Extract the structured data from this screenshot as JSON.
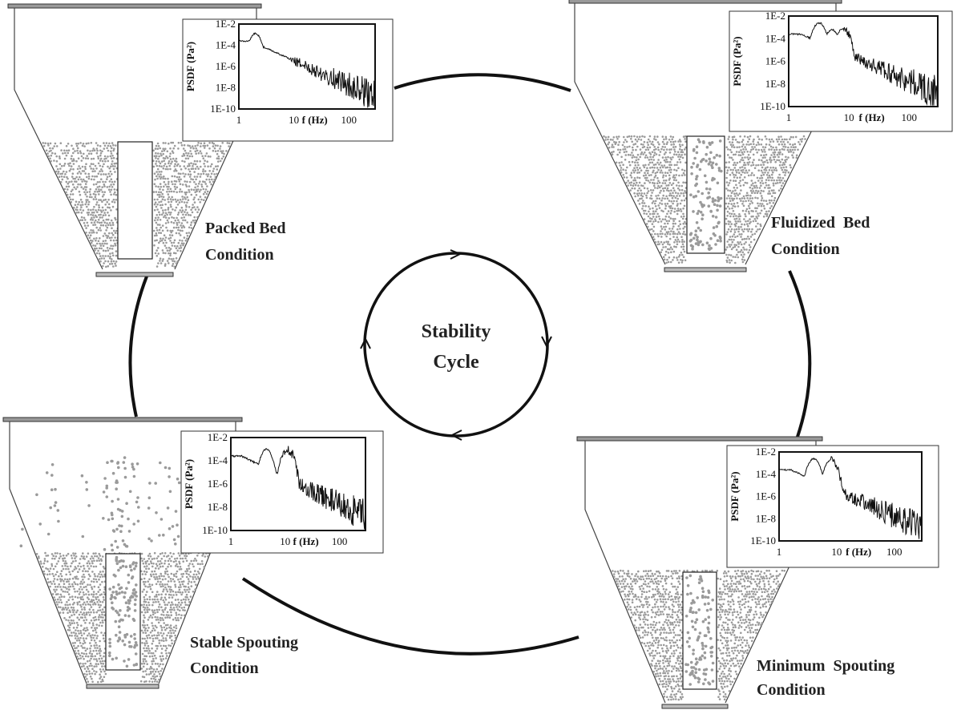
{
  "center": {
    "line1": "Stability",
    "line2": "Cycle"
  },
  "panels": [
    {
      "id": "packed",
      "label1": "Packed Bed",
      "label2": "Condition",
      "mode": "packed",
      "spectrum_peaks": [
        {
          "f": 2.0,
          "logp": -2.9
        }
      ],
      "xlabel": "f (Hz)",
      "ylabel": "PSDF (Pa²)",
      "xticks": [
        "1",
        "10",
        "100"
      ],
      "yticks": [
        "1E-2",
        "1E-4",
        "1E-6",
        "1E-8",
        "1E-10"
      ]
    },
    {
      "id": "fluidized",
      "label1": "Fluidized  Bed",
      "label2": "Condition",
      "mode": "fluidized",
      "spectrum_peaks": [
        {
          "f": 3.2,
          "logp": -2.6
        },
        {
          "f": 5.2,
          "logp": -3.2
        },
        {
          "f": 8.0,
          "logp": -3.1
        }
      ],
      "xlabel": "f (Hz)",
      "ylabel": "PSDF (Pa²)",
      "xticks": [
        "1",
        "10",
        "100"
      ],
      "yticks": [
        "1E-2",
        "1E-4",
        "1E-6",
        "1E-8",
        "1E-10"
      ]
    },
    {
      "id": "stable",
      "label1": "Stable Spouting",
      "label2": "Condition",
      "mode": "stable",
      "spectrum_peaks": [
        {
          "f": 4.5,
          "logp": -3.0
        },
        {
          "f": 11,
          "logp": -3.0
        }
      ],
      "xlabel": "f (Hz)",
      "ylabel": "PSDF (Pa²)",
      "xticks": [
        "1",
        "10",
        "100"
      ],
      "yticks": [
        "1E-2",
        "1E-4",
        "1E-6",
        "1E-8",
        "1E-10"
      ]
    },
    {
      "id": "minimum",
      "label1": "Minimum  Spouting",
      "label2": "Condition",
      "mode": "minimum",
      "spectrum_peaks": [
        {
          "f": 4.0,
          "logp": -2.6
        },
        {
          "f": 8.0,
          "logp": -2.7
        }
      ],
      "xlabel": "f (Hz)",
      "ylabel": "PSDF (Pa²)",
      "xticks": [
        "1",
        "10",
        "100"
      ],
      "yticks": [
        "1E-2",
        "1E-4",
        "1E-6",
        "1E-8",
        "1E-10"
      ]
    }
  ],
  "colors": {
    "particle": "#9a9a9a",
    "line": "#111111",
    "vessel": "#444444"
  }
}
